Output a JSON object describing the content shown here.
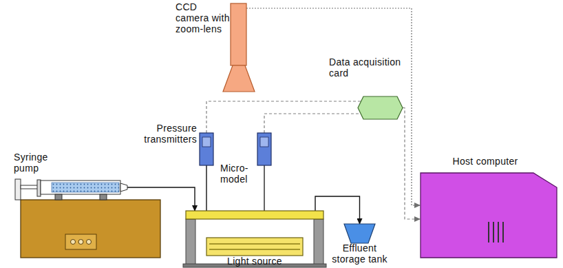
{
  "diagram": {
    "nodes": [
      {
        "text": [
          "CCD camera with zoom-lens"
        ]
      },
      {
        "text": [
          "Data acquisition card"
        ]
      },
      {
        "text": [
          "Pressure transmitters"
        ]
      },
      {
        "text": [
          "Syringe pump"
        ]
      },
      {
        "text": [
          "Micro-model"
        ]
      },
      {
        "text": [
          "Light source"
        ]
      },
      {
        "text": [
          "Effluent storage tank"
        ]
      },
      {
        "text": [
          "Host computer"
        ]
      }
    ],
    "edges": [
      {
        "from": 3,
        "to": 4,
        "arrow": "to"
      },
      {
        "from": 4,
        "to": 6,
        "arrow": "to"
      },
      {
        "from": 0,
        "to": 7,
        "arrow": "to"
      },
      {
        "from": 1,
        "to": 7,
        "arrow": "to"
      },
      {
        "from": 2,
        "to": 1,
        "arrow": "none"
      },
      {
        "from": 2,
        "to": 4,
        "arrow": "none"
      }
    ]
  }
}
